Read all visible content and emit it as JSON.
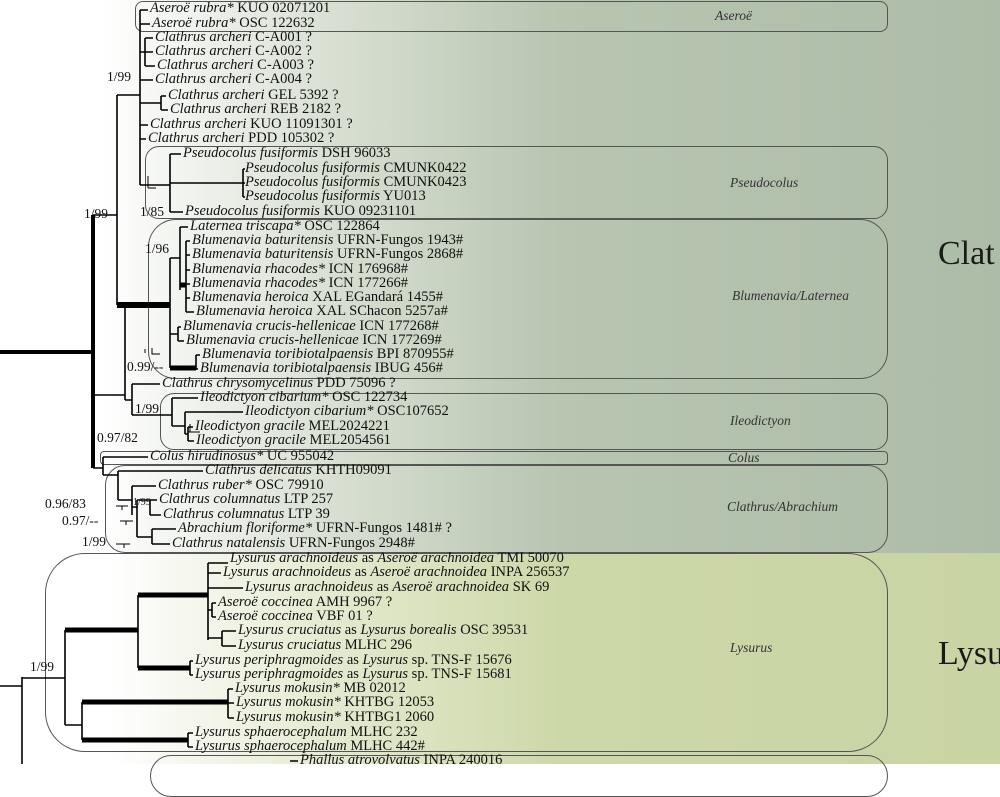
{
  "leaves": [
    {
      "taxon": "Aseroë rubra*",
      "voucher": "KUO 02071201"
    },
    {
      "taxon": "Aseroë rubra*",
      "voucher": "OSC 122632"
    },
    {
      "taxon": "Clathrus archeri",
      "voucher": "C-A001 ?"
    },
    {
      "taxon": "Clathrus archeri",
      "voucher": "C-A002 ?"
    },
    {
      "taxon": "Clathrus archeri",
      "voucher": "C-A003 ?"
    },
    {
      "taxon": "Clathrus archeri",
      "voucher": "C-A004 ?"
    },
    {
      "taxon": "Clathrus archeri",
      "voucher": "GEL 5392 ?"
    },
    {
      "taxon": "Clathrus archeri",
      "voucher": "REB 2182 ?"
    },
    {
      "taxon": "Clathrus archeri",
      "voucher": "KUO 11091301 ?"
    },
    {
      "taxon": "Clathrus archeri",
      "voucher": "PDD 105302 ?"
    },
    {
      "taxon": "Pseudocolus fusiformis",
      "voucher": "DSH 96033"
    },
    {
      "taxon": "Pseudocolus fusiformis",
      "voucher": "CMUNK0422"
    },
    {
      "taxon": "Pseudocolus fusiformis",
      "voucher": "CMUNK0423"
    },
    {
      "taxon": "Pseudocolus fusiformis",
      "voucher": "YU013"
    },
    {
      "taxon": "Pseudocolus fusiformis",
      "voucher": "KUO 09231101"
    },
    {
      "taxon": "Laternea triscapa*",
      "voucher": "OSC 122864"
    },
    {
      "taxon": "Blumenavia baturitensis",
      "voucher": "UFRN-Fungos 1943#"
    },
    {
      "taxon": "Blumenavia baturitensis",
      "voucher": " UFRN-Fungos 2868#"
    },
    {
      "taxon": "Blumenavia rhacodes*",
      "voucher": "ICN 176968#"
    },
    {
      "taxon": "Blumenavia rhacodes*",
      "voucher": "ICN 177266#"
    },
    {
      "taxon": "Blumenavia heroica",
      "voucher": "XAL EGandará 1455#"
    },
    {
      "taxon": "Blumenavia heroica",
      "voucher": "XAL SChacon 5257a#"
    },
    {
      "taxon": "Blumenavia crucis-hellenicae",
      "voucher": "ICN 177268#"
    },
    {
      "taxon": "Blumenavia crucis-hellenicae",
      "voucher": "ICN 177269#"
    },
    {
      "taxon": "Blumenavia toribiotalpaensis",
      "voucher": "BPI 870955#"
    },
    {
      "taxon": "Blumenavia toribiotalpaensis",
      "voucher": "IBUG 456#"
    },
    {
      "taxon": "Clathrus chrysomycelinus",
      "voucher": "PDD 75096 ?"
    },
    {
      "taxon": "Ileodictyon cibarium*",
      "voucher": "OSC 122734"
    },
    {
      "taxon": "Ileodictyon cibarium*",
      "voucher": "OSC107652"
    },
    {
      "taxon": "Ileodictyon gracile",
      "voucher": "MEL2024221"
    },
    {
      "taxon": "Ileodictyon gracile",
      "voucher": "MEL2054561"
    },
    {
      "taxon": "Colus hirudinosus*",
      "voucher": "UC 955042"
    },
    {
      "taxon": "Clathrus delicatus",
      "voucher": "KHTH09091"
    },
    {
      "taxon": "Clathrus ruber*",
      "voucher": "OSC 79910"
    },
    {
      "taxon": "Clathrus columnatus",
      "voucher": "LTP 257"
    },
    {
      "taxon": "Clathrus columnatus",
      "voucher": "LTP 39"
    },
    {
      "taxon": "Abrachium floriforme*",
      "voucher": " UFRN-Fungos 1481# ?"
    },
    {
      "taxon": "Clathrus natalensis",
      "voucher": "UFRN-Fungos 2948#"
    },
    {
      "taxon": "Lysurus arachnoideus",
      "as": "as",
      "as_taxon": "Aseroë arachnoidea",
      "voucher": "TMI 50070"
    },
    {
      "taxon": "Lysurus arachnoideus",
      "as": "as",
      "as_taxon": "Aseroë arachnoidea",
      "voucher": "INPA 256537"
    },
    {
      "taxon": "Lysurus arachnoideus",
      "as": "as",
      "as_taxon": "Aseroë arachnoidea",
      "voucher": "SK 69"
    },
    {
      "taxon": "Aseroë coccinea",
      "voucher": "AMH 9967 ?"
    },
    {
      "taxon": "Aseroë coccinea",
      "voucher": "VBF 01 ?"
    },
    {
      "taxon": "Lysurus cruciatus",
      "as": "as",
      "as_taxon": "Lysurus borealis",
      "voucher": "OSC 39531"
    },
    {
      "taxon": "Lysurus cruciatus",
      "voucher": "MLHC 296"
    },
    {
      "taxon": "Lysurus periphragmoides",
      "as": " as",
      "as_taxon": "Lysurus",
      "voucher": "sp. TNS-F 15676"
    },
    {
      "taxon": "Lysurus periphragmoides",
      "as": " as",
      "as_taxon": "Lysurus",
      "voucher": "sp. TNS-F 15681"
    },
    {
      "taxon": "Lysurus mokusin*",
      "voucher": "MB 02012"
    },
    {
      "taxon": "Lysurus mokusin*",
      "voucher": "KHTBG 12053"
    },
    {
      "taxon": "Lysurus mokusin*",
      "voucher": "KHTBG1 2060"
    },
    {
      "taxon": "Lysurus sphaerocephalum",
      "voucher": "MLHC 232"
    },
    {
      "taxon": "Lysurus sphaerocephalum",
      "voucher": "MLHC 442#"
    },
    {
      "taxon": "Phallus atrovolvatus",
      "voucher": "INPA 240016"
    }
  ],
  "supports": [
    "1/99",
    "1/99",
    "1/85",
    "1/96",
    "0.99/--",
    "1/99",
    "0.97/82",
    "0.96/83",
    "1/99",
    "0.97/--",
    "1/99",
    "1/99"
  ],
  "clades": [
    "Aseroë",
    "Pseudocolus",
    "Blumenavia/Laternea",
    "Ileodictyon",
    "Colus",
    "Clathrus/Abrachium",
    "Lysurus"
  ],
  "families": [
    "Clat",
    "Lysu"
  ],
  "colors": {
    "clathraceae_bg": "#adbca8",
    "lysurus_bg": "#c9d4a4",
    "branch": "#000000"
  }
}
